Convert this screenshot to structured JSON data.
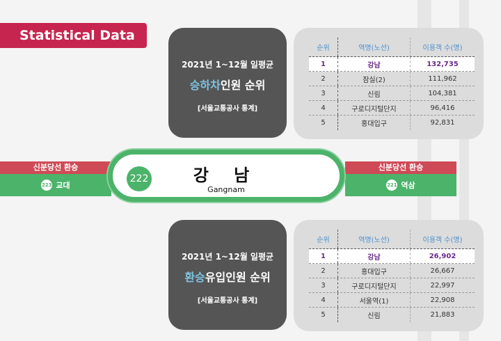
{
  "banner": "Statistical Data",
  "boarding": {
    "line1": "2021년 1~12월 일평균",
    "highlight": "승하차",
    "rest": "인원 순위",
    "source": "[서울교통공사 통계]",
    "headers": [
      "순위",
      "역명(노선)",
      "이용객 수(명)"
    ],
    "rows": [
      [
        "1",
        "강남",
        "132,735"
      ],
      [
        "2",
        "잠실(2)",
        "111,962"
      ],
      [
        "3",
        "신림",
        "104,381"
      ],
      [
        "4",
        "구로디지털단지",
        "96,416"
      ],
      [
        "5",
        "홍대입구",
        "92,831"
      ]
    ]
  },
  "transfer": {
    "line1": "2021년 1~12월 일평균",
    "highlight": "환승",
    "rest": "유입인원 순위",
    "source": "[서울교통공사 통계]",
    "headers": [
      "순위",
      "역명(노선)",
      "이용객 수(명)"
    ],
    "rows": [
      [
        "1",
        "강남",
        "26,902"
      ],
      [
        "2",
        "홍대입구",
        "26,667"
      ],
      [
        "3",
        "구로디지털단지",
        "22,997"
      ],
      [
        "4",
        "서울역(1)",
        "22,908"
      ],
      [
        "5",
        "신림",
        "21,883"
      ]
    ]
  },
  "station": {
    "number": "222",
    "name": "강 남",
    "english": "Gangnam",
    "left": {
      "transfer": "신분당선 환승",
      "num": "223",
      "name": "교대"
    },
    "right": {
      "transfer": "신분당선 환승",
      "num": "221",
      "name": "역삼"
    }
  },
  "colors": {
    "green": "#4cb36a",
    "red": "#cf4a57",
    "banner": "#c6254f"
  }
}
